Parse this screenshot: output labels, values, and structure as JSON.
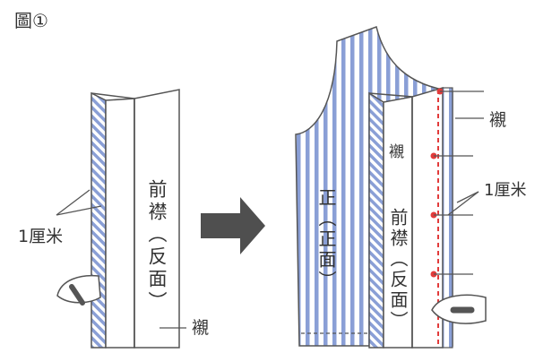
{
  "figure_label": "圖①",
  "left_panel": {
    "placket_label": "前襟（反面）",
    "seam_allowance_label": "1厘米",
    "interfacing_label": "襯"
  },
  "right_panel": {
    "front_label": "正（正面）",
    "placket_label": "前襟（反面）",
    "interfacing_label_top": "襯",
    "interfacing_label_inner": "襯",
    "seam_allowance_label": "1厘米"
  },
  "colors": {
    "stripe_blue": "#8a9fd6",
    "outline": "#555555",
    "stitch_red": "#e23b3b",
    "arrow_gray": "#4f4f4f"
  },
  "icons": [
    "iron-icon",
    "arrow-right-icon",
    "figure-number-icon"
  ]
}
